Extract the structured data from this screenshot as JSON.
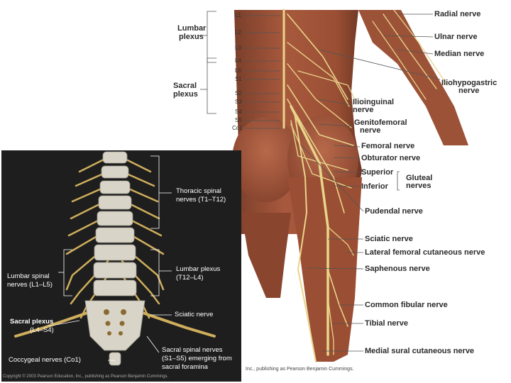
{
  "right_labels": [
    "Radial nerve",
    "Ulnar nerve",
    "Median nerve",
    "Iliohypogastric",
    "nerve",
    "Ilioinguinal",
    "nerve",
    "Genitofemoral",
    "nerve",
    "Femoral nerve",
    "Obturator nerve",
    "Superior",
    "Inferior",
    "Gluteal",
    "nerves",
    "Pudendal nerve",
    "Sciatic nerve",
    "Lateral femoral cutaneous nerve",
    "Saphenous nerve",
    "Common fibular nerve",
    "Tibial nerve",
    "Medial sural cutaneous nerve"
  ],
  "left_labels": {
    "lumbar_1": "Lumbar",
    "lumbar_2": "plexus",
    "sacral_1": "Sacral",
    "sacral_2": "plexus"
  },
  "segments": [
    "L1",
    "L2",
    "L3",
    "L4",
    "L5",
    "S1",
    "S2",
    "S3",
    "S4",
    "S5",
    "Co1"
  ],
  "inset_labels": {
    "thoracic_1": "Thoracic spinal",
    "thoracic_2": "nerves (T1–T12)",
    "lumbar_plexus_1": "Lumbar plexus",
    "lumbar_plexus_2": "(T12–L4)",
    "lumbar_spinal_1": "Lumbar spinal",
    "lumbar_spinal_2": "nerves (L1–L5)",
    "sciatic": "Sciatic nerve",
    "sacral_plexus_1": "Sacral plexus",
    "sacral_plexus_2": "(L4–S4)",
    "sacral_spinal_1": "Sacral spinal nerves",
    "sacral_spinal_2": "(S1–S5) emerging from",
    "sacral_spinal_3": "sacral foramina",
    "coccygeal": "Coccygeal nerves (Co1)"
  },
  "copyright": "Copyright © 2003 Pearson Education, Inc., publishing as Pearson Benjamin Cummings.",
  "credit": "Inc., publishing as Pearson Benjamin Cummings."
}
